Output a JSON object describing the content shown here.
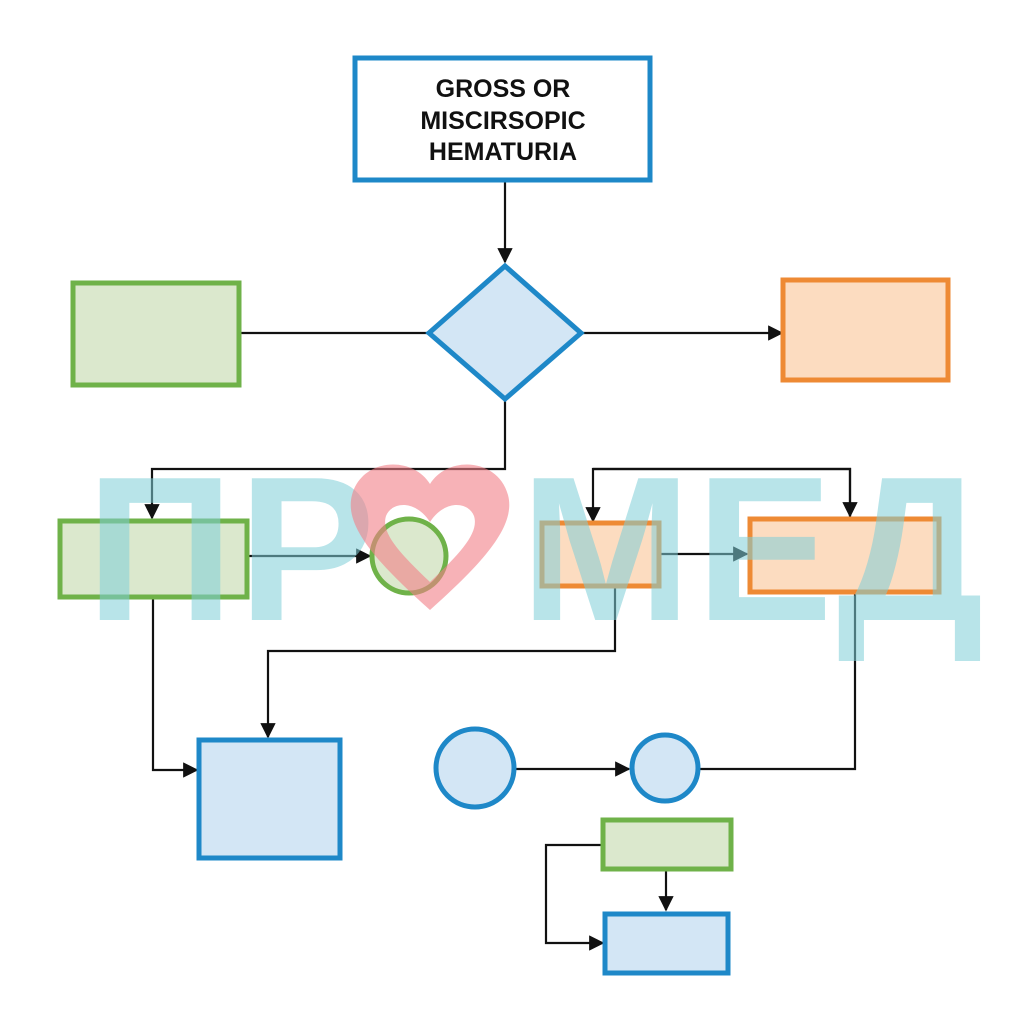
{
  "diagram": {
    "start_node": {
      "lines": [
        "GROSS OR",
        "MISCIRSOPIC",
        "HEMATURIA"
      ]
    }
  },
  "watermark": {
    "part_before_heart": "ПР",
    "part_after_heart": "МЕД",
    "heart_icon": "heart-icon"
  },
  "colors": {
    "blue_stroke": "#1e88c8",
    "blue_fill": "#d3e6f5",
    "green_stroke": "#6fb249",
    "green_fill": "#dbe8cd",
    "orange_stroke": "#ee8a34",
    "orange_fill": "#fcdcc0",
    "watermark_teal": "#7fcfd8",
    "watermark_heart": "#f27f87"
  }
}
